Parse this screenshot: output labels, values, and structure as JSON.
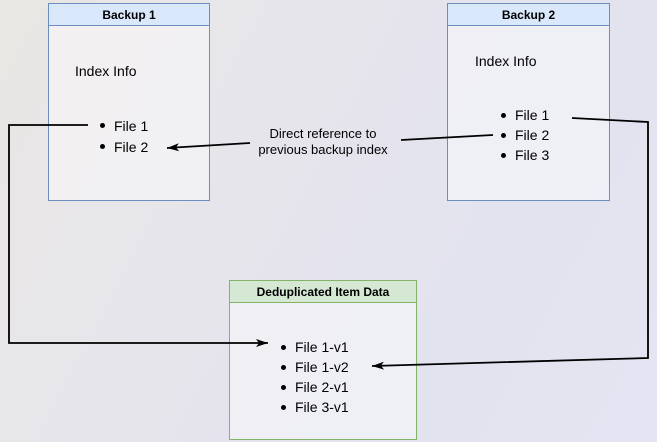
{
  "diagram": {
    "backup1": {
      "title": "Backup 1",
      "info_label": "Index Info",
      "files": [
        "File 1",
        "File 2"
      ]
    },
    "backup2": {
      "title": "Backup 2",
      "info_label": "Index Info",
      "files": [
        "File 1",
        "File 2",
        "File 3"
      ]
    },
    "dedup": {
      "title": "Deduplicated Item Data",
      "files": [
        "File 1-v1",
        "File 1-v2",
        "File 2-v1",
        "File 3-v1"
      ]
    },
    "annotation": {
      "line1": "Direct reference to",
      "line2": "previous backup index",
      "full": "Direct reference to previous backup index"
    },
    "edges": [
      {
        "from": "Backup 2 / File 2",
        "to": "Backup 1 / File 2",
        "label": "Direct reference to previous backup index",
        "arrowhead": "target"
      },
      {
        "from": "Backup 1 / File 1",
        "to": "Deduplicated Item Data / File 1-v1",
        "label": "",
        "arrowhead": "target"
      },
      {
        "from": "Backup 2 / File 1",
        "to": "Deduplicated Item Data / File 1-v2",
        "label": "",
        "arrowhead": "target"
      }
    ],
    "colors": {
      "blue_fill": "#dae8fc",
      "blue_border": "#6c8ebf",
      "green_fill": "#d5e8d4",
      "green_border": "#82b366",
      "edge": "#000000",
      "text": "#000000"
    }
  }
}
